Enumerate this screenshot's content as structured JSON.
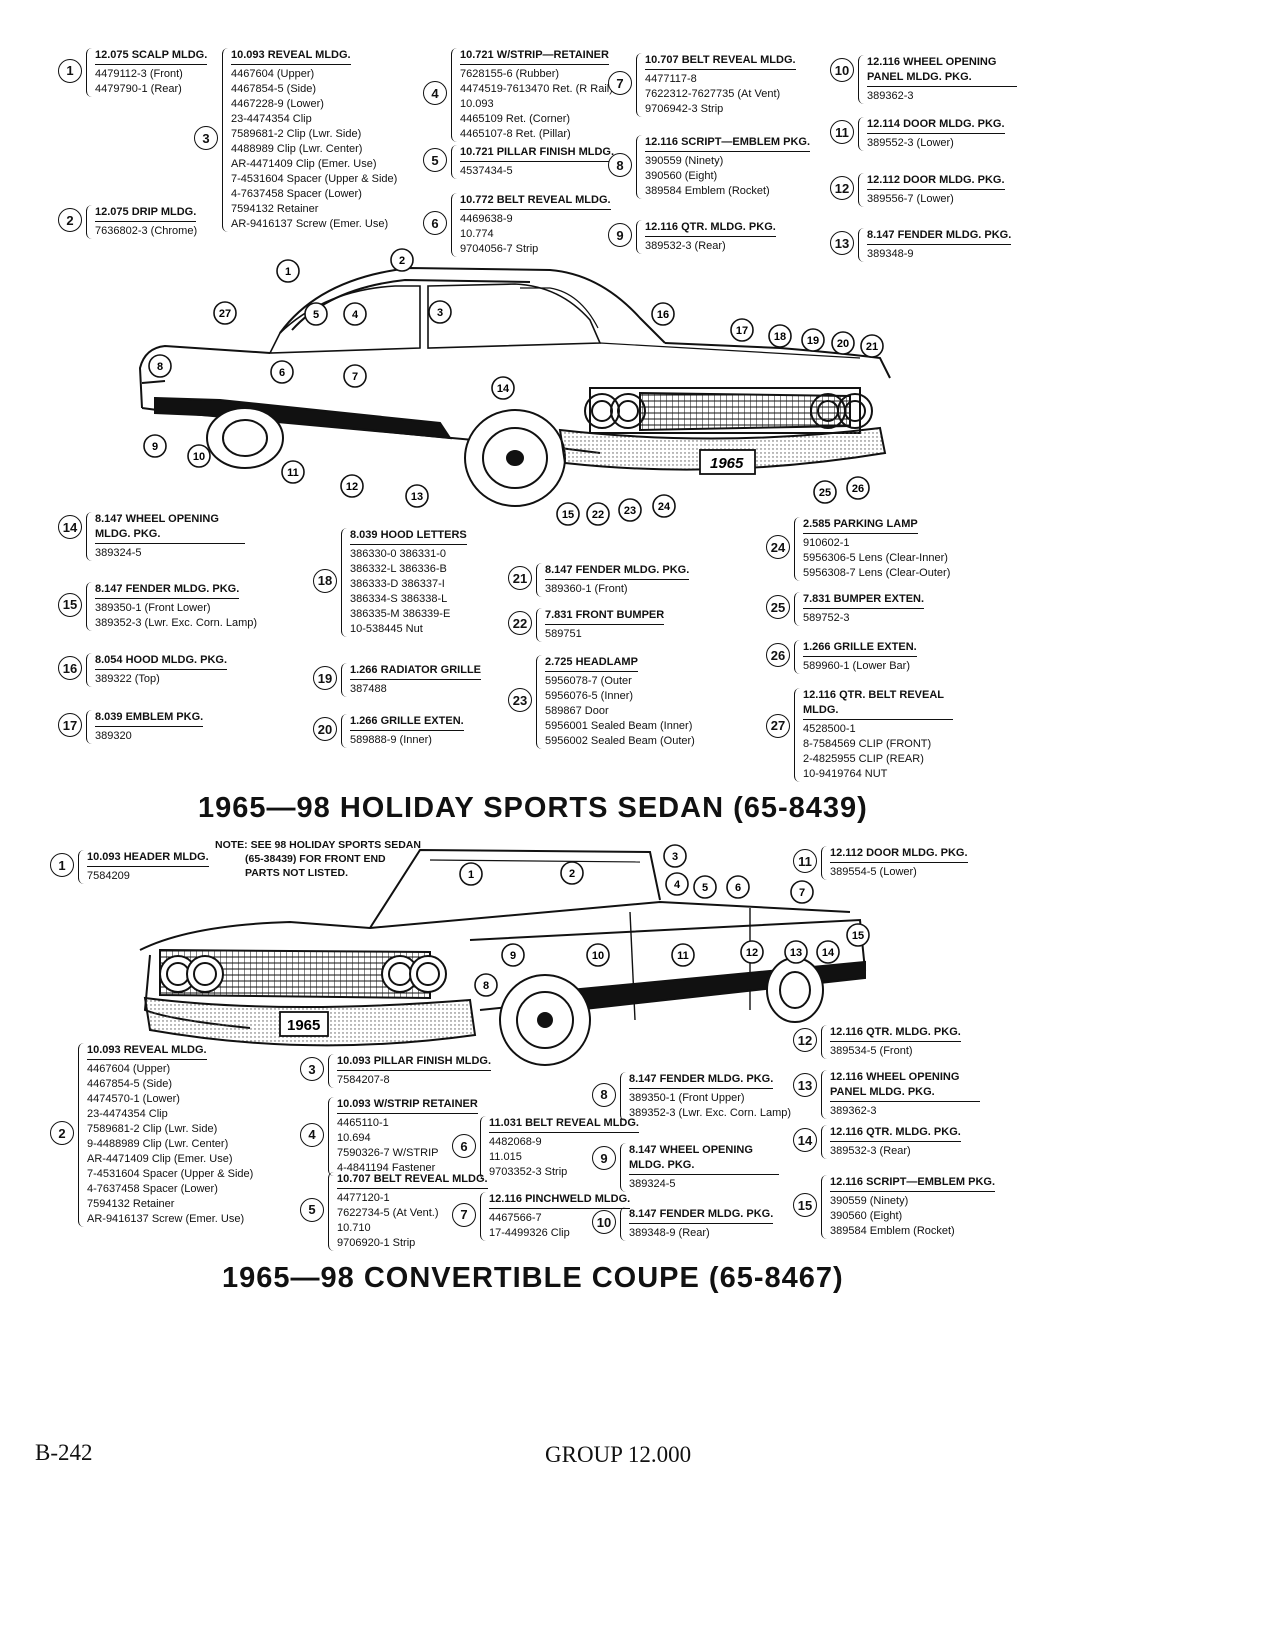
{
  "sedan": {
    "title": "1965—98 HOLIDAY SPORTS SEDAN (65-8439)",
    "plate": "1965",
    "upper_callouts": [
      {
        "num": "1",
        "heading": "12.075 SCALP MLDG.",
        "lines": [
          "4479112-3   (Front)",
          "4479790-1   (Rear)"
        ]
      },
      {
        "num": "2",
        "heading": "12.075 DRIP MLDG.",
        "lines": [
          "7636802-3   (Chrome)"
        ]
      },
      {
        "num": "3",
        "heading": "10.093 REVEAL MLDG.",
        "lines": [
          "4467604  (Upper)",
          "4467854-5  (Side)",
          "4467228-9  (Lower)",
          "23-4474354  Clip",
          "7589681-2  Clip (Lwr. Side)",
          "4488989  Clip (Lwr. Center)",
          "AR-4471409  Clip (Emer. Use)",
          "7-4531604  Spacer (Upper & Side)",
          "4-7637458  Spacer (Lower)",
          "7594132 Retainer",
          "AR-9416137  Screw (Emer. Use)"
        ]
      },
      {
        "num": "4",
        "heading": "10.721 W/STRIP—RETAINER",
        "lines": [
          "7628155-6  (Rubber)",
          "4474519-7613470 Ret. (R Rail)",
          "10.093",
          "4465109   Ret. (Corner)",
          "4465107-8  Ret. (Pillar)"
        ]
      },
      {
        "num": "5",
        "heading": "10.721 PILLAR FINISH MLDG.",
        "lines": [
          "4537434-5"
        ]
      },
      {
        "num": "6",
        "heading": "10.772 BELT REVEAL MLDG.",
        "lines": [
          "4469638-9",
          "10.774",
          "9704056-7  Strip"
        ]
      },
      {
        "num": "7",
        "heading": "10.707 BELT REVEAL MLDG.",
        "lines": [
          "4477117-8",
          "7622312-7627735 (At Vent)",
          "9706942-3  Strip"
        ]
      },
      {
        "num": "8",
        "heading": "12.116 SCRIPT—EMBLEM PKG.",
        "lines": [
          "390559  (Ninety)",
          "390560  (Eight)",
          "389584  Emblem (Rocket)"
        ]
      },
      {
        "num": "9",
        "heading": "12.116 QTR. MLDG. PKG.",
        "lines": [
          "389532-3  (Rear)"
        ]
      },
      {
        "num": "10",
        "heading": "12.116 WHEEL OPENING PANEL MLDG. PKG.",
        "lines": [
          "389362-3"
        ]
      },
      {
        "num": "11",
        "heading": "12.114 DOOR MLDG. PKG.",
        "lines": [
          "389552-3  (Lower)"
        ]
      },
      {
        "num": "12",
        "heading": "12.112 DOOR MLDG. PKG.",
        "lines": [
          "389556-7  (Lower)"
        ]
      },
      {
        "num": "13",
        "heading": "8.147 FENDER MLDG. PKG.",
        "lines": [
          "389348-9"
        ]
      }
    ],
    "lower_callouts": [
      {
        "num": "14",
        "heading": "8.147 WHEEL OPENING MLDG. PKG.",
        "lines": [
          "389324-5"
        ]
      },
      {
        "num": "15",
        "heading": "8.147 FENDER MLDG. PKG.",
        "lines": [
          "389350-1  (Front Lower)",
          "389352-3  (Lwr. Exc. Corn. Lamp)"
        ]
      },
      {
        "num": "16",
        "heading": "8.054 HOOD MLDG. PKG.",
        "lines": [
          "389322  (Top)"
        ]
      },
      {
        "num": "17",
        "heading": "8.039 EMBLEM PKG.",
        "lines": [
          "389320"
        ]
      },
      {
        "num": "18",
        "heading": "8.039 HOOD LETTERS",
        "lines": [
          "386330-0   386331-0",
          "386332-L   386336-B",
          "386333-D   386337-I",
          "386334-S   386338-L",
          "386335-M   386339-E",
          "10-538445  Nut"
        ]
      },
      {
        "num": "19",
        "heading": "1.266 RADIATOR GRILLE",
        "lines": [
          "387488"
        ]
      },
      {
        "num": "20",
        "heading": "1.266 GRILLE EXTEN.",
        "lines": [
          "589888-9  (Inner)"
        ]
      },
      {
        "num": "21",
        "heading": "8.147 FENDER MLDG. PKG.",
        "lines": [
          "389360-1  (Front)"
        ]
      },
      {
        "num": "22",
        "heading": "7.831 FRONT BUMPER",
        "lines": [
          "589751"
        ]
      },
      {
        "num": "23",
        "heading": "2.725 HEADLAMP",
        "lines": [
          "5956078-7  (Outer",
          "5956076-5  (Inner)",
          "589867  Door",
          "5956001  Sealed Beam (Inner)",
          "5956002  Sealed Beam (Outer)"
        ]
      },
      {
        "num": "24",
        "heading": "2.585 PARKING LAMP",
        "lines": [
          "910602-1",
          "5956306-5  Lens (Clear-Inner)",
          "5956308-7  Lens (Clear-Outer)"
        ]
      },
      {
        "num": "25",
        "heading": "7.831 BUMPER EXTEN.",
        "lines": [
          "589752-3"
        ]
      },
      {
        "num": "26",
        "heading": "1.266 GRILLE EXTEN.",
        "lines": [
          "589960-1  (Lower Bar)"
        ]
      },
      {
        "num": "27",
        "heading": "12.116 QTR. BELT REVEAL MLDG.",
        "lines": [
          "4528500-1",
          "8-7584569 CLIP (FRONT)",
          "2-4825955 CLIP (REAR)",
          "10-9419764 NUT"
        ]
      }
    ],
    "diagram_labels": [
      "1",
      "2",
      "3",
      "4",
      "5",
      "6",
      "7",
      "8",
      "9",
      "10",
      "11",
      "12",
      "13",
      "14",
      "15",
      "16",
      "17",
      "18",
      "19",
      "20",
      "21",
      "22",
      "23",
      "24",
      "25",
      "26",
      "27"
    ]
  },
  "convertible": {
    "title": "1965—98 CONVERTIBLE COUPE (65-8467)",
    "note": [
      "NOTE: SEE 98 HOLIDAY SPORTS SEDAN",
      "(65-38439) FOR FRONT END",
      "PARTS NOT LISTED."
    ],
    "plate": "1965",
    "callouts": [
      {
        "num": "1",
        "heading": "10.093 HEADER MLDG.",
        "lines": [
          "7584209"
        ]
      },
      {
        "num": "2",
        "heading": "10.093 REVEAL MLDG.",
        "lines": [
          "4467604  (Upper)",
          "4467854-5  (Side)",
          "4474570-1  (Lower)",
          "23-4474354  Clip",
          "7589681-2  Clip (Lwr. Side)",
          "9-4488989  Clip (Lwr. Center)",
          "AR-4471409  Clip (Emer. Use)",
          "7-4531604  Spacer (Upper & Side)",
          "4-7637458  Spacer (Lower)",
          "7594132  Retainer",
          "AR-9416137  Screw (Emer. Use)"
        ]
      },
      {
        "num": "3",
        "heading": "10.093 PILLAR FINISH MLDG.",
        "lines": [
          "7584207-8"
        ]
      },
      {
        "num": "4",
        "heading": "10.093 W/STRIP RETAINER",
        "lines": [
          "4465110-1",
          "10.694",
          "7590326-7 W/STRIP",
          "4-4841194  Fastener"
        ]
      },
      {
        "num": "5",
        "heading": "10.707 BELT REVEAL MLDG.",
        "lines": [
          "4477120-1",
          "7622734-5   (At Vent.)",
          "10.710",
          "9706920-1 Strip"
        ]
      },
      {
        "num": "6",
        "heading": "11.031 BELT REVEAL MLDG.",
        "lines": [
          "4482068-9",
          "11.015",
          "9703352-3  Strip"
        ]
      },
      {
        "num": "7",
        "heading": "12.116 PINCHWELD MLDG.",
        "lines": [
          "4467566-7",
          "17-4499326  Clip"
        ]
      },
      {
        "num": "8",
        "heading": "8.147 FENDER MLDG. PKG.",
        "lines": [
          "389350-1  (Front Upper)",
          "389352-3  (Lwr. Exc. Corn. Lamp)"
        ]
      },
      {
        "num": "9",
        "heading": "8.147 WHEEL OPENING MLDG. PKG.",
        "lines": [
          "389324-5"
        ]
      },
      {
        "num": "10",
        "heading": "8.147 FENDER MLDG. PKG.",
        "lines": [
          "389348-9  (Rear)"
        ]
      },
      {
        "num": "11",
        "heading": "12.112 DOOR MLDG. PKG.",
        "lines": [
          "389554-5  (Lower)"
        ]
      },
      {
        "num": "12",
        "heading": "12.116 QTR. MLDG. PKG.",
        "lines": [
          "389534-5  (Front)"
        ]
      },
      {
        "num": "13",
        "heading": "12.116 WHEEL OPENING PANEL MLDG. PKG.",
        "lines": [
          "389362-3"
        ]
      },
      {
        "num": "14",
        "heading": "12.116 QTR. MLDG. PKG.",
        "lines": [
          "389532-3  (Rear)"
        ]
      },
      {
        "num": "15",
        "heading": "12.116 SCRIPT—EMBLEM PKG.",
        "lines": [
          "390559  (Ninety)",
          "390560  (Eight)",
          "389584  Emblem (Rocket)"
        ]
      }
    ],
    "diagram_labels": [
      "1",
      "2",
      "3",
      "4",
      "5",
      "6",
      "7",
      "8",
      "9",
      "10",
      "11",
      "12",
      "13",
      "14",
      "15"
    ]
  },
  "footer": {
    "page": "B-242",
    "group": "GROUP 12.000"
  }
}
